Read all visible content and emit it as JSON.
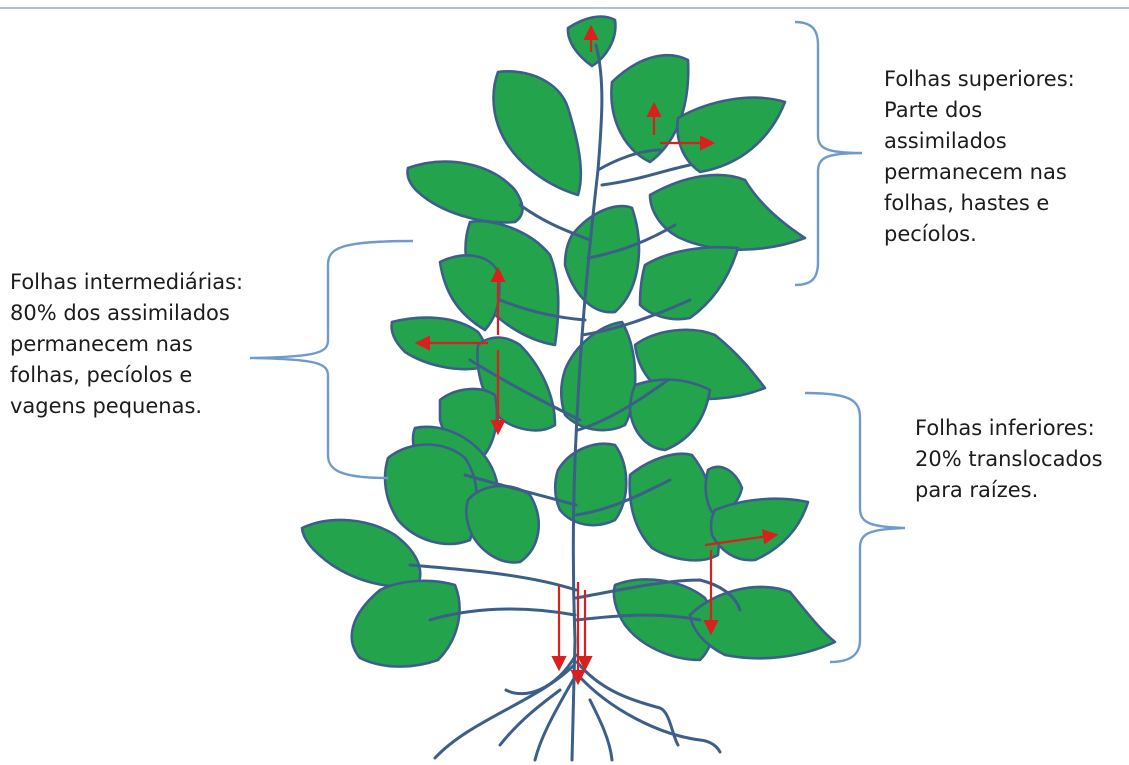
{
  "colors": {
    "leaf_fill": "#23a34c",
    "outline": "#3c5f8a",
    "arrow": "#d9201c",
    "bracket": "#6f9bcc",
    "text": "#1c1c1c"
  },
  "annotations": {
    "upper": {
      "line1": "Folhas superiores:",
      "line2": "Parte dos",
      "line3": "assimilados",
      "line4": "permanecem nas",
      "line5": "folhas, hastes e",
      "line6": "pecíolos."
    },
    "middle": {
      "line1": "Folhas intermediárias:",
      "line2": "80% dos assimilados",
      "line3": "permanecem nas",
      "line4": "folhas, pecíolos e",
      "line5": "vagens pequenas."
    },
    "lower": {
      "line1": "Folhas inferiores:",
      "line2": "20% translocados",
      "line3": "para raízes."
    }
  }
}
